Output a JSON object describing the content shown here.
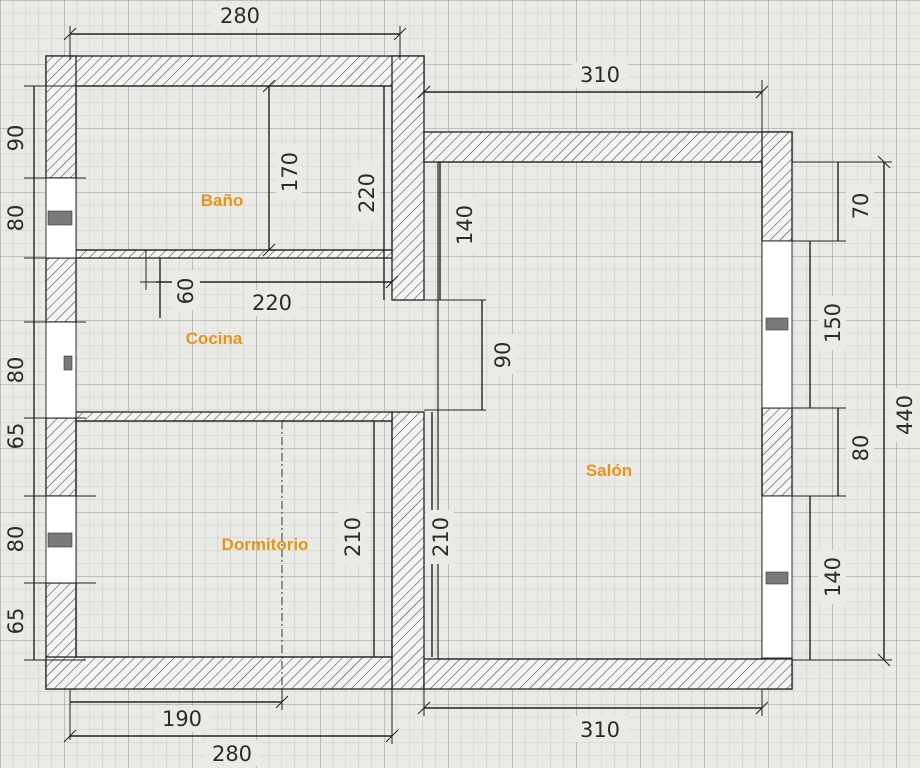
{
  "rooms": {
    "bathroom": "Baño",
    "kitchen": "Cocina",
    "bedroom": "Dormitorio",
    "living": "Salón"
  },
  "dimensions": {
    "top_left_width": "280",
    "top_right_width": "310",
    "left_90": "90",
    "left_80_top": "80",
    "left_80_mid": "80",
    "left_65_a": "65",
    "left_80_bottom": "80",
    "left_65_b": "65",
    "bath_170": "170",
    "bath_220": "220",
    "kitchen_60": "60",
    "kitchen_220": "220",
    "opening_140": "140",
    "opening_90": "90",
    "bedroom_210": "210",
    "living_210": "210",
    "right_70": "70",
    "right_150": "150",
    "right_80": "80",
    "right_140": "140",
    "right_440": "440",
    "bottom_190": "190",
    "bottom_left_280": "280",
    "bottom_right_310": "310"
  },
  "colors": {
    "room_label": "#e8941a",
    "background": "#eaeae6",
    "grid_minor": "#b9c3b9",
    "grid_major": "#7f8a7f"
  }
}
